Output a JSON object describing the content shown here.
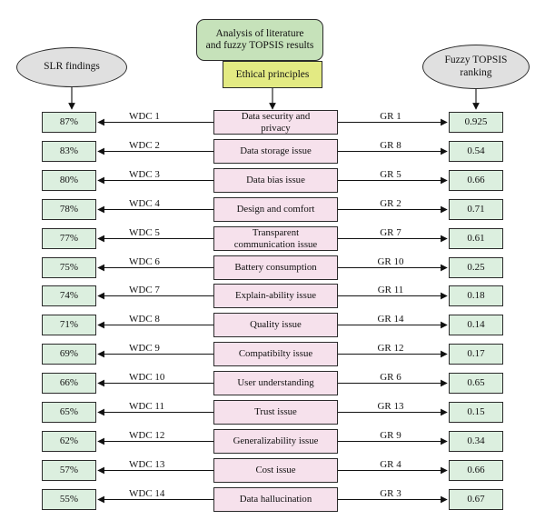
{
  "header": {
    "title_line1": "Analysis of literature",
    "title_line2": "and fuzzy TOPSIS results",
    "subtitle": "Ethical principles"
  },
  "left_source": "SLR findings",
  "right_source_line1": "Fuzzy TOPSIS",
  "right_source_line2": "ranking",
  "colors": {
    "top_box": "#c6e2ba",
    "sub_box": "#e3ea83",
    "ellipse": "#e0e0e0",
    "value_box": "#dcefdf",
    "principle_box": "#f6e1ec",
    "stroke": "#2b2b2b"
  },
  "rows": [
    {
      "percent": "87%",
      "wdc": "WDC 1",
      "principle_line1": "Data security and",
      "principle_line2": "privacy",
      "gr": "GR 1",
      "score": "0.925"
    },
    {
      "percent": "83%",
      "wdc": "WDC 2",
      "principle_line1": "Data storage issue",
      "principle_line2": "",
      "gr": "GR 8",
      "score": "0.54"
    },
    {
      "percent": "80%",
      "wdc": "WDC 3",
      "principle_line1": "Data bias issue",
      "principle_line2": "",
      "gr": "GR 5",
      "score": "0.66"
    },
    {
      "percent": "78%",
      "wdc": "WDC 4",
      "principle_line1": "Design and comfort",
      "principle_line2": "",
      "gr": "GR 2",
      "score": "0.71"
    },
    {
      "percent": "77%",
      "wdc": "WDC 5",
      "principle_line1": "Transparent",
      "principle_line2": "communication issue",
      "gr": "GR 7",
      "score": "0.61"
    },
    {
      "percent": "75%",
      "wdc": "WDC 6",
      "principle_line1": "Battery consumption",
      "principle_line2": "",
      "gr": "GR 10",
      "score": "0.25"
    },
    {
      "percent": "74%",
      "wdc": "WDC 7",
      "principle_line1": "Explain-ability issue",
      "principle_line2": "",
      "gr": "GR 11",
      "score": "0.18"
    },
    {
      "percent": "71%",
      "wdc": "WDC 8",
      "principle_line1": "Quality issue",
      "principle_line2": "",
      "gr": "GR 14",
      "score": "0.14"
    },
    {
      "percent": "69%",
      "wdc": "WDC 9",
      "principle_line1": "Compatibilty issue",
      "principle_line2": "",
      "gr": "GR 12",
      "score": "0.17"
    },
    {
      "percent": "66%",
      "wdc": "WDC 10",
      "principle_line1": "User understanding",
      "principle_line2": "",
      "gr": "GR 6",
      "score": "0.65"
    },
    {
      "percent": "65%",
      "wdc": "WDC 11",
      "principle_line1": "Trust issue",
      "principle_line2": "",
      "gr": "GR 13",
      "score": "0.15"
    },
    {
      "percent": "62%",
      "wdc": "WDC 12",
      "principle_line1": "Generalizability issue",
      "principle_line2": "",
      "gr": "GR 9",
      "score": "0.34"
    },
    {
      "percent": "57%",
      "wdc": "WDC 13",
      "principle_line1": "Cost issue",
      "principle_line2": "",
      "gr": "GR 4",
      "score": "0.66"
    },
    {
      "percent": "55%",
      "wdc": "WDC 14",
      "principle_line1": "Data hallucination",
      "principle_line2": "",
      "gr": "GR 3",
      "score": "0.67"
    }
  ]
}
